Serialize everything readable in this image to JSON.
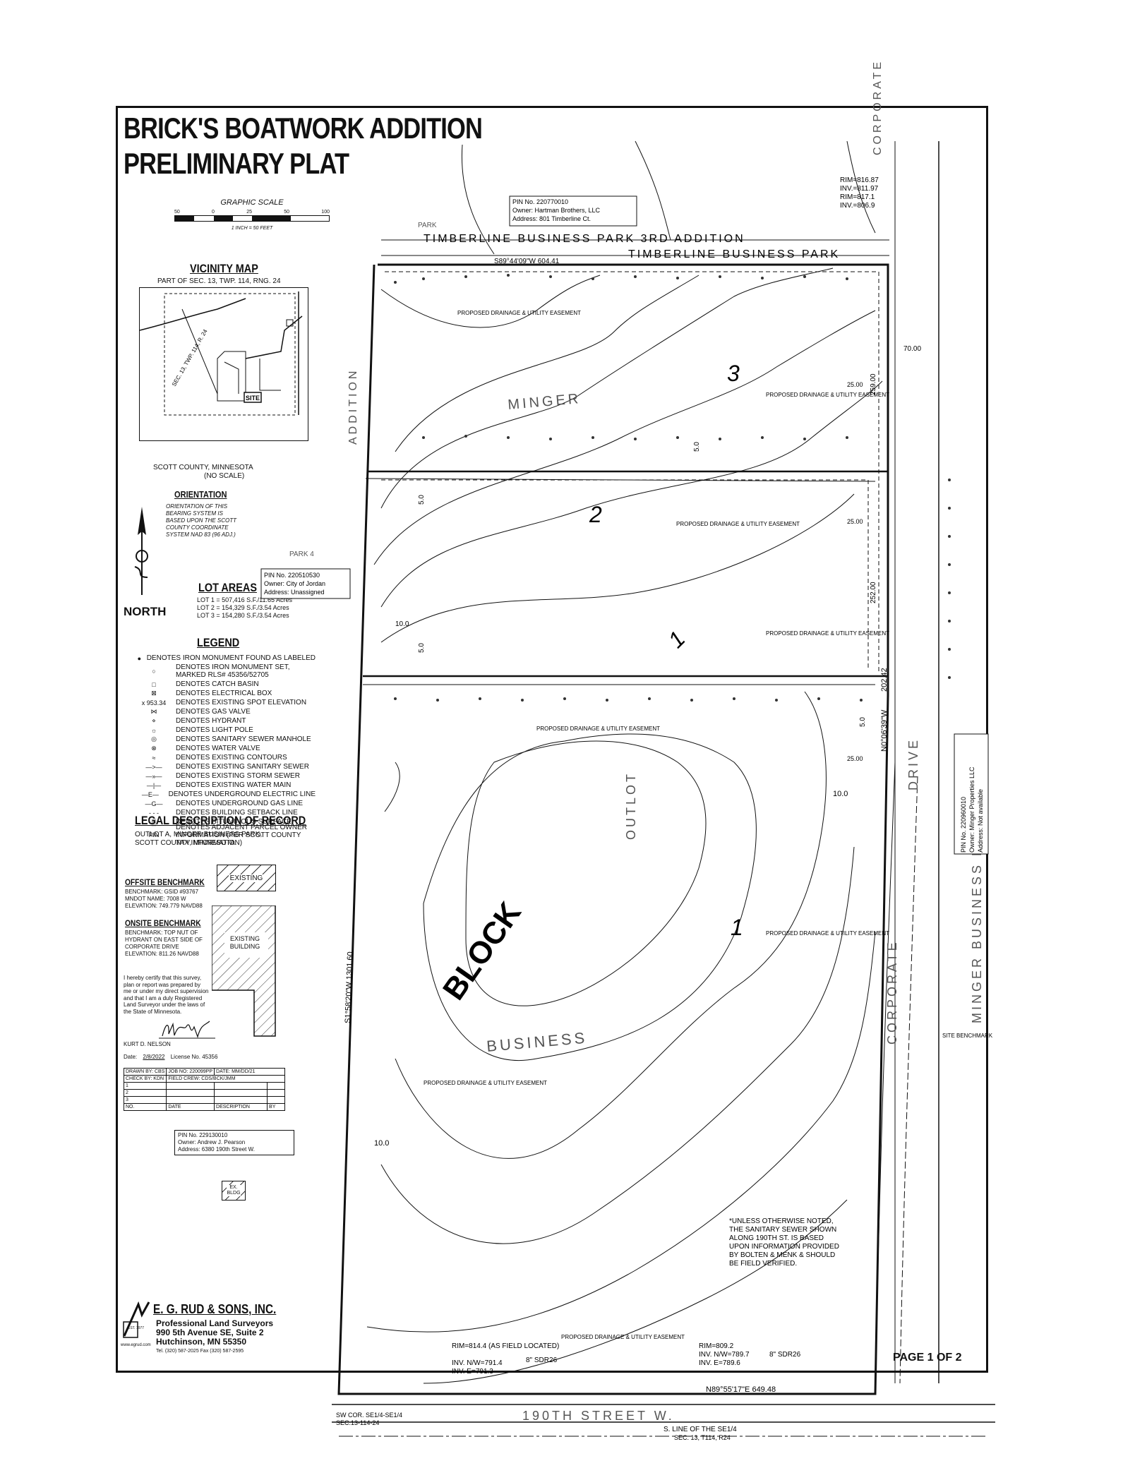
{
  "title": {
    "line1": "BRICK'S BOATWORK ADDITION",
    "line2": "PRELIMINARY PLAT"
  },
  "graphic_scale": {
    "label": "GRAPHIC SCALE",
    "ticks": [
      "50",
      "0",
      "25",
      "50",
      "100"
    ],
    "note": "1 INCH = 50 FEET"
  },
  "vicinity": {
    "title": "VICINITY MAP",
    "subtitle": "PART OF SEC. 13, TWP. 114, RNG. 24",
    "site": "SITE",
    "sec_label": "SEC. 13, TWP. 114, R. 24",
    "county": "SCOTT COUNTY, MINNESOTA",
    "noscale": "(NO SCALE)"
  },
  "orientation": {
    "title": "ORIENTATION",
    "text": "ORIENTATION OF THIS BEARING SYSTEM IS BASED UPON THE SCOTT COUNTY COORDINATE SYSTEM NAD 83 (96 ADJ.)",
    "north": "NORTH"
  },
  "lot_areas": {
    "title": "LOT AREAS",
    "lots": [
      "LOT 1 = 507,416 S.F./11.65 Acres",
      "LOT 2 = 154,329 S.F./3.54 Acres",
      "LOT 3 = 154,280 S.F./3.54 Acres"
    ]
  },
  "legend": {
    "title": "LEGEND",
    "items": [
      {
        "sym": "●",
        "text": "DENOTES IRON MONUMENT FOUND AS LABELED"
      },
      {
        "sym": "○",
        "text": "DENOTES IRON MONUMENT SET, MARKED RLS# 45356/52705"
      },
      {
        "sym": "□",
        "text": "DENOTES CATCH BASIN"
      },
      {
        "sym": "⊠",
        "text": "DENOTES ELECTRICAL BOX"
      },
      {
        "sym": "x 953.34",
        "text": "DENOTES EXISTING SPOT ELEVATION"
      },
      {
        "sym": "⋈",
        "text": "DENOTES GAS VALVE"
      },
      {
        "sym": "⋄",
        "text": "DENOTES HYDRANT"
      },
      {
        "sym": "☼",
        "text": "DENOTES LIGHT POLE"
      },
      {
        "sym": "◎",
        "text": "DENOTES SANITARY SEWER MANHOLE"
      },
      {
        "sym": "⊗",
        "text": "DENOTES WATER VALVE"
      },
      {
        "sym": "≈",
        "text": "DENOTES EXISTING CONTOURS"
      },
      {
        "sym": "—>—",
        "text": "DENOTES EXISTING SANITARY SEWER"
      },
      {
        "sym": "—»—",
        "text": "DENOTES EXISTING STORM SEWER"
      },
      {
        "sym": "—|—",
        "text": "DENOTES EXISTING WATER MAIN"
      },
      {
        "sym": "—E—",
        "text": "DENOTES UNDERGROUND ELECTRIC LINE"
      },
      {
        "sym": "—G—",
        "text": "DENOTES UNDERGROUND GAS LINE"
      },
      {
        "sym": "- - -",
        "text": "DENOTES BUILDING SETBACK LINE"
      },
      {
        "sym": "▒",
        "text": "DENOTES BITUMINOUS SURFACE"
      },
      {
        "sym": "PIN",
        "text": "DENOTES ADJACENT PARCEL OWNER INFORMATION (PER SCOTT COUNTY TAX INFORMATION)"
      }
    ]
  },
  "legal": {
    "title": "LEGAL DESCRIPTION OF RECORD",
    "text1": "OUTLOT A, MINGER BUSINESS PARK,",
    "text2": "SCOTT COUNTY, MINNESOTA."
  },
  "offsite_bm": {
    "title": "OFFSITE BENCHMARK",
    "lines": [
      "BENCHMARK: GSID #93767",
      "MNDOT NAME: 7008 W",
      "ELEVATION: 749.779 NAVD88"
    ]
  },
  "onsite_bm": {
    "title": "ONSITE BENCHMARK",
    "lines": [
      "BENCHMARK: TOP NUT OF",
      "HYDRANT ON EAST SIDE OF",
      "CORPORATE DRIVE",
      "ELEVATION: 811.26 NAVD88"
    ]
  },
  "existing": {
    "label1": "EXISTING",
    "label2": "EXISTING BUILDING",
    "exbldg": "EX. BLDG"
  },
  "certification": {
    "text": [
      "I hereby certify that this survey,",
      "plan or report was prepared by",
      "me or under my direct supervision",
      "and that I am a duly Registered",
      "Land Surveyor under the laws of",
      "the State of Minnesota."
    ],
    "name": "KURT D. NELSON",
    "date_label": "Date:",
    "date": "2/8/2022",
    "license": "License No. 45356"
  },
  "revision_block": {
    "row1": [
      "DRAWN BY: CBS",
      "JOB NO: 220099PP",
      "DATE: MM/DD/21"
    ],
    "row2": [
      "CHECK BY: KDN",
      "FIELD CREW: CDS/BCK/JMM"
    ],
    "nums": [
      "1",
      "2",
      "3"
    ],
    "cols": [
      "NO.",
      "DATE",
      "DESCRIPTION",
      "BY"
    ]
  },
  "parcels": {
    "hartman": [
      "PIN No. 220770010",
      "Owner: Hartman Brothers, LLC",
      "Address: 801 Timberline Ct."
    ],
    "jordan": [
      "PIN No. 220510530",
      "Owner: City of Jordan",
      "Address: Unassigned"
    ],
    "pearson": [
      "PIN No. 229130010",
      "Owner: Andrew J. Pearson",
      "Address: 6380 190th Street W."
    ],
    "minger": [
      "PIN No. 220960010",
      "Owner: Minger Properties LLC",
      "Address: Not available"
    ]
  },
  "plat_labels": {
    "timberline3": "TIMBERLINE BUSINESS PARK 3RD ADDITION",
    "timberline": "TIMBERLINE BUSINESS PARK",
    "north_bearing": "S89°44'09\"W 604.41",
    "west_bearing": "S1°58'20\"W 1301.60",
    "south_bearing": "N89°55'17\"E 649.48",
    "east_dim": "202.42",
    "east_bearing": "N0°06'39\"W",
    "lot3": "3",
    "lot2": "2",
    "lot1": "1",
    "block": "BLOCK",
    "block_lot": "1",
    "minger": "MINGER",
    "business": "BUSINESS",
    "outlot": "OUTLOT",
    "addition": "ADDITION",
    "park": "PARK",
    "park4": "PARK 4",
    "street": "190TH STREET W.",
    "corporate": "CORPORATE",
    "drive": "DRIVE",
    "mingerpark": "MINGER BUSINESS PARK",
    "easement": "PROPOSED DRAINAGE & UTILITY EASEMENT",
    "dim259": "259.00",
    "dim252": "252.00",
    "dim70": "70.00",
    "dim25": "25.00",
    "dim10": "10.0",
    "dim5": "5.0",
    "rim1": "RIM=816.87",
    "inv1": "INV.=811.97",
    "rim2": "RIM=817.1",
    "inv2": "INV.=806.9",
    "rim3": "RIM=814.4 (AS FIELD LOCATED)",
    "inv3": "INV. N/W=791.4",
    "inv3b": "INV. E=791.3",
    "rim4": "RIM=809.2",
    "inv4": "INV. N/W=789.7",
    "inv4b": "INV. E=789.6",
    "sdr1": "8\" SDR26",
    "sdr2": "8\" SDR26",
    "swcor": "SW COR. SE1/4-SE1/4",
    "sec": "SEC.13-114-24",
    "sline": "S. LINE OF THE SE1/4",
    "sec2": "SEC. 13, T114, R24",
    "site_bm": "SITE BENCHMARK",
    "note": [
      "*UNLESS OTHERWISE NOTED,",
      "THE SANITARY SEWER SHOWN",
      "ALONG 190TH ST. IS BASED",
      "UPON INFORMATION PROVIDED",
      "BY BOLTEN & MENK & SHOULD",
      "BE FIELD VERIFIED."
    ]
  },
  "firm": {
    "name": "E. G. RUD & SONS, INC.",
    "line1": "Professional Land Surveyors",
    "line2": "990 5th Avenue SE, Suite 2",
    "line3": "Hutchinson, MN 55350",
    "line4": "Tel. (320) 587-2025  Fax (320) 587-2595",
    "web": "www.egrud.com",
    "est": "EST. 1977"
  },
  "page": "PAGE 1 OF 2"
}
